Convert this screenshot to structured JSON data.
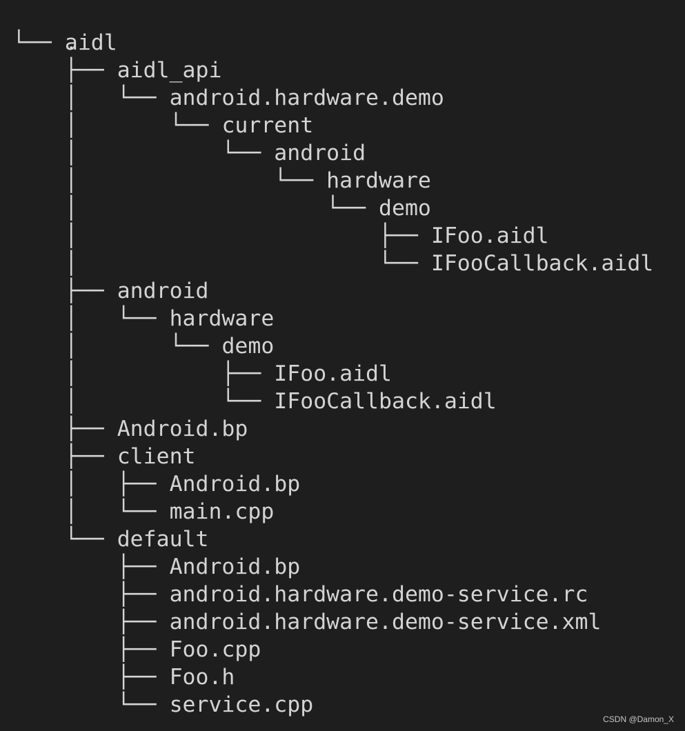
{
  "tree": {
    "root": ".",
    "rows": [
      {
        "prefix": "└── ",
        "name": "aidl"
      },
      {
        "prefix": "    ├── ",
        "name": "aidl_api"
      },
      {
        "prefix": "    │   └── ",
        "name": "android.hardware.demo"
      },
      {
        "prefix": "    │       └── ",
        "name": "current"
      },
      {
        "prefix": "    │           └── ",
        "name": "android"
      },
      {
        "prefix": "    │               └── ",
        "name": "hardware"
      },
      {
        "prefix": "    │                   └── ",
        "name": "demo"
      },
      {
        "prefix": "    │                       ├── ",
        "name": "IFoo.aidl"
      },
      {
        "prefix": "    │                       └── ",
        "name": "IFooCallback.aidl"
      },
      {
        "prefix": "    ├── ",
        "name": "android"
      },
      {
        "prefix": "    │   └── ",
        "name": "hardware"
      },
      {
        "prefix": "    │       └── ",
        "name": "demo"
      },
      {
        "prefix": "    │           ├── ",
        "name": "IFoo.aidl"
      },
      {
        "prefix": "    │           └── ",
        "name": "IFooCallback.aidl"
      },
      {
        "prefix": "    ├── ",
        "name": "Android.bp"
      },
      {
        "prefix": "    ├── ",
        "name": "client"
      },
      {
        "prefix": "    │   ├── ",
        "name": "Android.bp"
      },
      {
        "prefix": "    │   └── ",
        "name": "main.cpp"
      },
      {
        "prefix": "    └── ",
        "name": "default"
      },
      {
        "prefix": "        ├── ",
        "name": "Android.bp"
      },
      {
        "prefix": "        ├── ",
        "name": "android.hardware.demo-service.rc"
      },
      {
        "prefix": "        ├── ",
        "name": "android.hardware.demo-service.xml"
      },
      {
        "prefix": "        ├── ",
        "name": "Foo.cpp"
      },
      {
        "prefix": "        ├── ",
        "name": "Foo.h"
      },
      {
        "prefix": "        └── ",
        "name": "service.cpp"
      }
    ]
  },
  "watermark": "CSDN @Damon_X",
  "colors": {
    "background": "#1e1e1e",
    "text": "#d4d4d4"
  }
}
